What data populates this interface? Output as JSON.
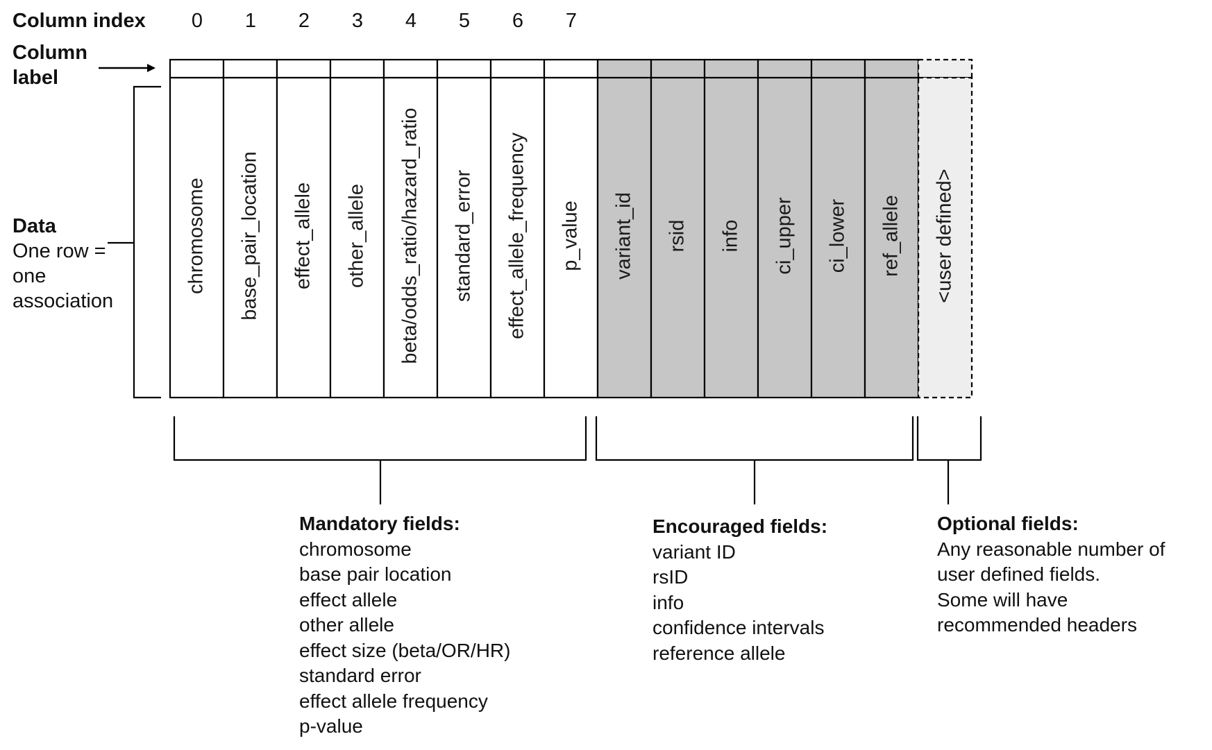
{
  "colors": {
    "mandatory_fill": "#ffffff",
    "encouraged_fill": "#c6c6c6",
    "optional_fill": "#eeeeee",
    "stroke": "#000000"
  },
  "labels": {
    "column_index": "Column index",
    "column_label_line1": "Column",
    "column_label_line2": "label",
    "data_title": "Data",
    "data_line1": "One row =",
    "data_line2": "one",
    "data_line3": "association"
  },
  "column_indices": [
    "0",
    "1",
    "2",
    "3",
    "4",
    "5",
    "6",
    "7"
  ],
  "columns": [
    {
      "name": "chromosome",
      "group": "mandatory"
    },
    {
      "name": "base_pair_location",
      "group": "mandatory"
    },
    {
      "name": "effect_allele",
      "group": "mandatory"
    },
    {
      "name": "other_allele",
      "group": "mandatory"
    },
    {
      "name": "beta/odds_ratio/hazard_ratio",
      "group": "mandatory"
    },
    {
      "name": "standard_error",
      "group": "mandatory"
    },
    {
      "name": "effect_allele_frequency",
      "group": "mandatory"
    },
    {
      "name": "p_value",
      "group": "mandatory"
    },
    {
      "name": "variant_id",
      "group": "encouraged"
    },
    {
      "name": "rsid",
      "group": "encouraged"
    },
    {
      "name": "info",
      "group": "encouraged"
    },
    {
      "name": "ci_upper",
      "group": "encouraged"
    },
    {
      "name": "ci_lower",
      "group": "encouraged"
    },
    {
      "name": "ref_allele",
      "group": "encouraged"
    },
    {
      "name": "<user defined>",
      "group": "optional"
    }
  ],
  "groups": {
    "mandatory": {
      "title": "Mandatory fields:",
      "items": [
        "chromosome",
        "base pair location",
        "effect allele",
        "other allele",
        "effect size (beta/OR/HR)",
        "standard error",
        "effect allele frequency",
        "p-value"
      ]
    },
    "encouraged": {
      "title": "Encouraged fields:",
      "items": [
        "variant ID",
        "rsID",
        "info",
        "confidence intervals",
        "reference allele"
      ]
    },
    "optional": {
      "title": "Optional fields:",
      "items": [
        "Any reasonable number of",
        "user defined fields.",
        "Some will have",
        "recommended headers"
      ]
    }
  }
}
